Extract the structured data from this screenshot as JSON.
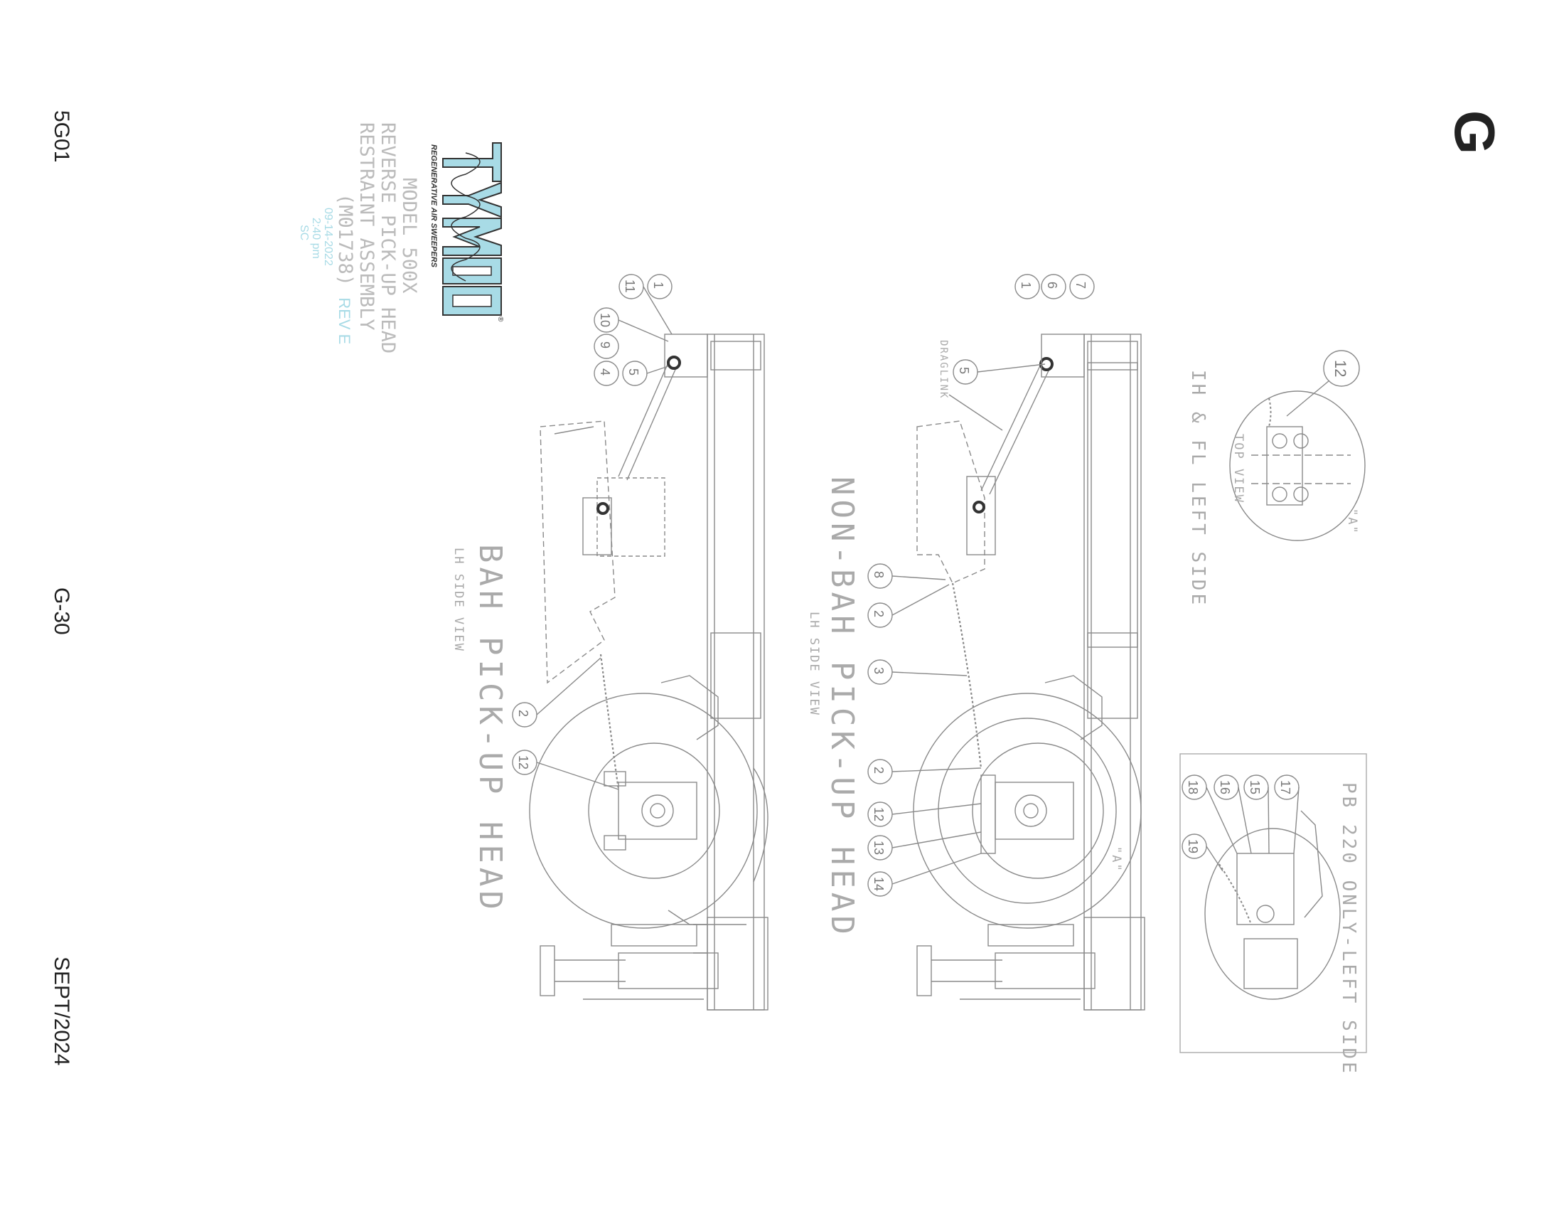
{
  "footer": {
    "page_code": "5G01",
    "page_number": "G-30",
    "date": "SEPT/2024"
  },
  "section_tag": "G",
  "logo": {
    "brand": "TYMCO",
    "tagline": "REGENERATIVE AIR SWEEPERS",
    "registered": "®"
  },
  "title_block": {
    "line1": "MODEL 500X",
    "line2": "REVERSE PICK-UP HEAD",
    "line3": "RESTRAINT ASSEMBLY",
    "line4": "(M01738)",
    "rev": "REV E",
    "stamp_date": "09-14-2022",
    "stamp_time": "2:40 pm",
    "stamp_initials": "SC"
  },
  "views": {
    "bah_title": "BAH PICK-UP HEAD",
    "bah_sub": "LH SIDE VIEW",
    "nonbah_title": "NON-BAH PICK-UP HEAD",
    "nonbah_sub": "LH SIDE VIEW",
    "detail_title": "IH & FL LEFT SIDE",
    "detail_sub": "TOP VIEW",
    "detail_ref": "\"A\"",
    "pb_title": "PB 220 ONLY-LEFT SIDE",
    "draglink_label": "DRAGLINK",
    "view_ref_a": "\"A\""
  },
  "callouts": {
    "bah": [
      "1",
      "11",
      "10",
      "9",
      "5",
      "4",
      "2",
      "12"
    ],
    "nonbah": [
      "1",
      "6",
      "7",
      "5",
      "8",
      "2",
      "3",
      "2",
      "12",
      "13",
      "14"
    ],
    "detail": [
      "12"
    ],
    "pb": [
      "18",
      "16",
      "15",
      "17",
      "19"
    ]
  },
  "colors": {
    "line": "#8a8a8a",
    "logo_fill": "#a8dbe6",
    "logo_stroke": "#333333"
  }
}
